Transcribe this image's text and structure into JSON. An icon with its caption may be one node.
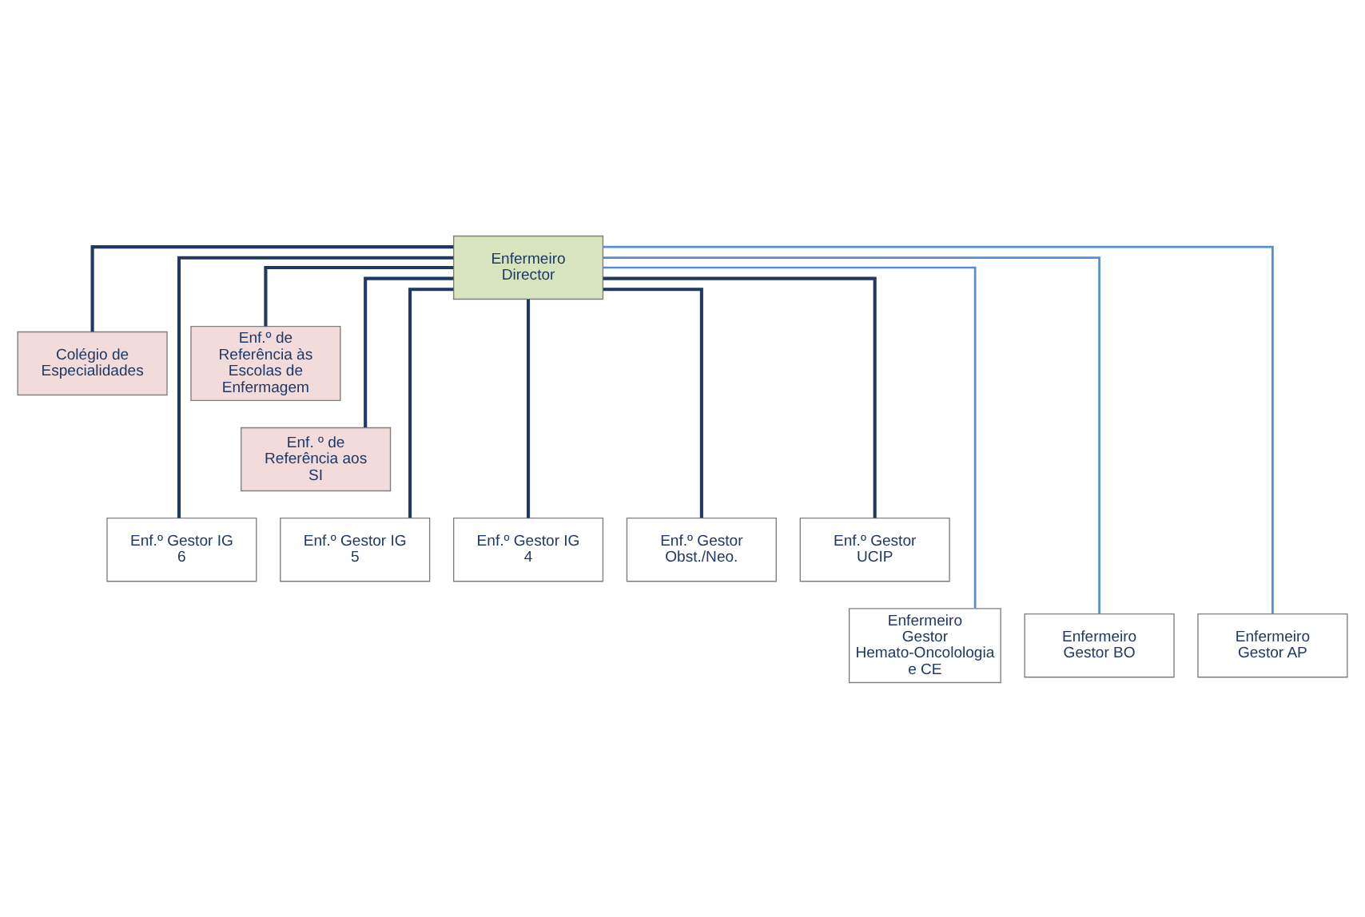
{
  "diagram": {
    "nodes": [
      {
        "text": [
          "Enfermeiro Director"
        ]
      },
      {
        "text": [
          "Colégio de Especialidades"
        ]
      },
      {
        "text": [
          "Enf.º de Referência às Escolas de Enfermagem"
        ]
      },
      {
        "text": [
          "Enf. º de Referência aos SI"
        ]
      },
      {
        "text": [
          "Enf.º Gestor IG 6"
        ]
      },
      {
        "text": [
          "Enf.º Gestor IG 5"
        ]
      },
      {
        "text": [
          "Enf.º Gestor IG 4"
        ]
      },
      {
        "text": [
          "Enf.º Gestor Obst./Neo."
        ]
      },
      {
        "text": [
          "Enf.º Gestor UCIP"
        ]
      },
      {
        "text": [
          "Enfermeiro Gestor Hemato-Oncolologia e CE"
        ]
      },
      {
        "text": [
          "Enfermeiro Gestor BO"
        ]
      },
      {
        "text": [
          "Enfermeiro Gestor AP"
        ]
      }
    ],
    "edges": [
      {
        "from": 0,
        "to": 1,
        "arrow": "none"
      },
      {
        "from": 0,
        "to": 2,
        "arrow": "none"
      },
      {
        "from": 0,
        "to": 3,
        "arrow": "none"
      },
      {
        "from": 0,
        "to": 4,
        "arrow": "none"
      },
      {
        "from": 0,
        "to": 5,
        "arrow": "none"
      },
      {
        "from": 0,
        "to": 6,
        "arrow": "none"
      },
      {
        "from": 0,
        "to": 7,
        "arrow": "none"
      },
      {
        "from": 0,
        "to": 8,
        "arrow": "none"
      },
      {
        "from": 0,
        "to": 9,
        "arrow": "none",
        "color": "#558ed5"
      },
      {
        "from": 0,
        "to": 10,
        "arrow": "none",
        "color": "#558ed5"
      },
      {
        "from": 0,
        "to": 11,
        "arrow": "none",
        "color": "#558ed5"
      }
    ]
  }
}
